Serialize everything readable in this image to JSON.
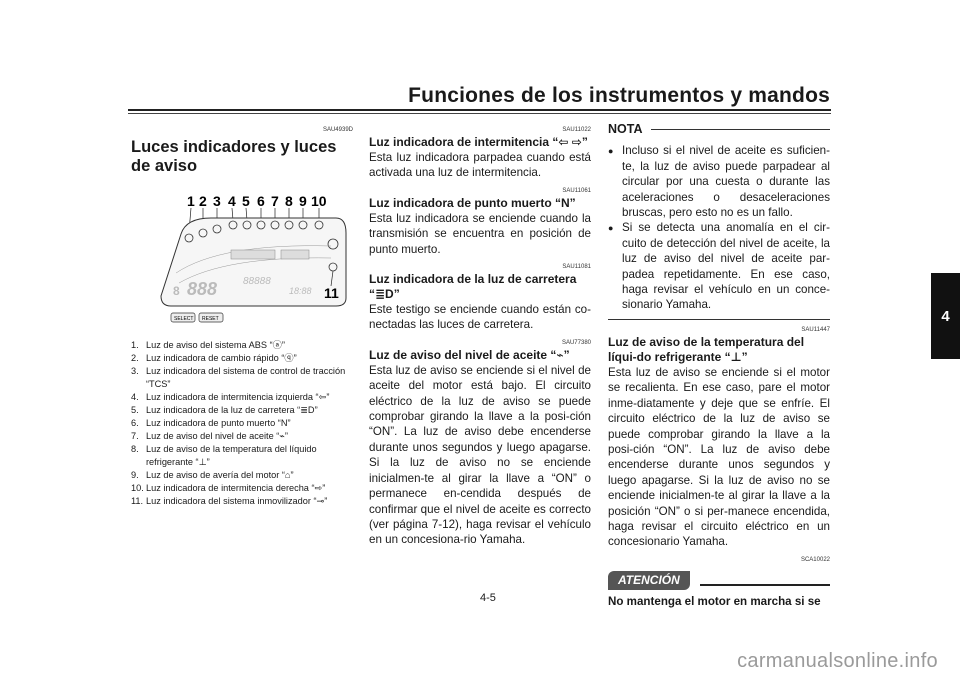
{
  "header": {
    "title": "Funciones de los instrumentos y mandos"
  },
  "chapter_tab": "4",
  "page_number": "4-5",
  "col1": {
    "code": "SAU4939D",
    "heading": "Luces indicadores y luces de aviso",
    "dash_numbers": [
      "1",
      "2",
      "3",
      "4",
      "5",
      "6",
      "7",
      "8",
      "9",
      "10"
    ],
    "dash_number_11": "11",
    "dash_buttons": [
      "SELECT",
      "RESET"
    ],
    "captions": [
      {
        "num": "1.",
        "text": "Luz de aviso del sistema ABS “ⓐ”"
      },
      {
        "num": "2.",
        "text": "Luz indicadora de cambio rápido “ⓠ”"
      },
      {
        "num": "3.",
        "text": "Luz indicadora del sistema de control de tracción “TCS”"
      },
      {
        "num": "4.",
        "text": "Luz indicadora de intermitencia izquierda “⇦”"
      },
      {
        "num": "5.",
        "text": "Luz indicadora de la luz de carretera “≣D”"
      },
      {
        "num": "6.",
        "text": "Luz indicadora de punto muerto “N”"
      },
      {
        "num": "7.",
        "text": "Luz de aviso del nivel de aceite “⌁”"
      },
      {
        "num": "8.",
        "text": "Luz de aviso de la temperatura del líquido refrigerante “⊥”"
      },
      {
        "num": "9.",
        "text": "Luz de aviso de avería del motor “⌂”"
      },
      {
        "num": "10.",
        "text": "Luz indicadora de intermitencia derecha “⇨”"
      },
      {
        "num": "11.",
        "text": "Luz indicadora del sistema inmovilizador “⊸”"
      }
    ]
  },
  "col2": {
    "sections": [
      {
        "code": "SAU11022",
        "title": "Luz indicadora de intermitencia “⇦ ⇨”",
        "text": "Esta luz indicadora parpadea cuando está activada una luz de intermitencia."
      },
      {
        "code": "SAU11061",
        "title": "Luz indicadora de punto muerto “N”",
        "text": "Esta luz indicadora se enciende cuando la transmisión se encuentra en posición de punto muerto."
      },
      {
        "code": "SAU11081",
        "title": "Luz indicadora de la luz de carretera “≣D”",
        "text": "Este testigo se enciende cuando están co-nectadas las luces de carretera."
      },
      {
        "code": "SAU77380",
        "title": "Luz de aviso del nivel de aceite “⌁”",
        "text": "Esta luz de aviso se enciende si el nivel de aceite del motor está bajo. El circuito eléctrico de la luz de aviso se puede comprobar girando la llave a la posi-ción “ON”. La luz de aviso debe encenderse durante unos segundos y luego apagarse. Si la luz de aviso no se enciende inicialmen-te al girar la llave a “ON” o permanece en-cendida después de confirmar que el nivel de aceite es correcto (ver página 7-12), haga revisar el vehículo en un concesiona-rio Yamaha."
      }
    ]
  },
  "col3": {
    "nota_label": "NOTA",
    "nota_items": [
      "Incluso si el nivel de aceite es suficien-te, la luz de aviso puede parpadear al circular por una cuesta o durante las aceleraciones o desaceleraciones bruscas, pero esto no es un fallo.",
      "Si se detecta una anomalía en el cir-cuito de detección del nivel de aceite, la luz de aviso del nivel de aceite par-padea repetidamente. En ese caso, haga revisar el vehículo en un conce-sionario Yamaha."
    ],
    "section": {
      "code": "SAU11447",
      "title": "Luz de aviso de la temperatura del líqui-do refrigerante “⊥”",
      "text": "Esta luz de aviso se enciende si el motor se recalienta. En ese caso, pare el motor inme-diatamente y deje que se enfríe. El circuito eléctrico de la luz de aviso se puede comprobar girando la llave a la posi-ción “ON”. La luz de aviso debe encenderse durante unos segundos y luego apagarse. Si la luz de aviso no se enciende inicialmen-te al girar la llave a la posición “ON” o si per-manece encendida, haga revisar el circuito eléctrico en un concesionario Yamaha."
    },
    "atencion_code": "SCA10022",
    "atencion_label": "ATENCIÓN",
    "last_line": "No mantenga el motor en marcha si se"
  },
  "watermark": "carmanualsonline.info"
}
